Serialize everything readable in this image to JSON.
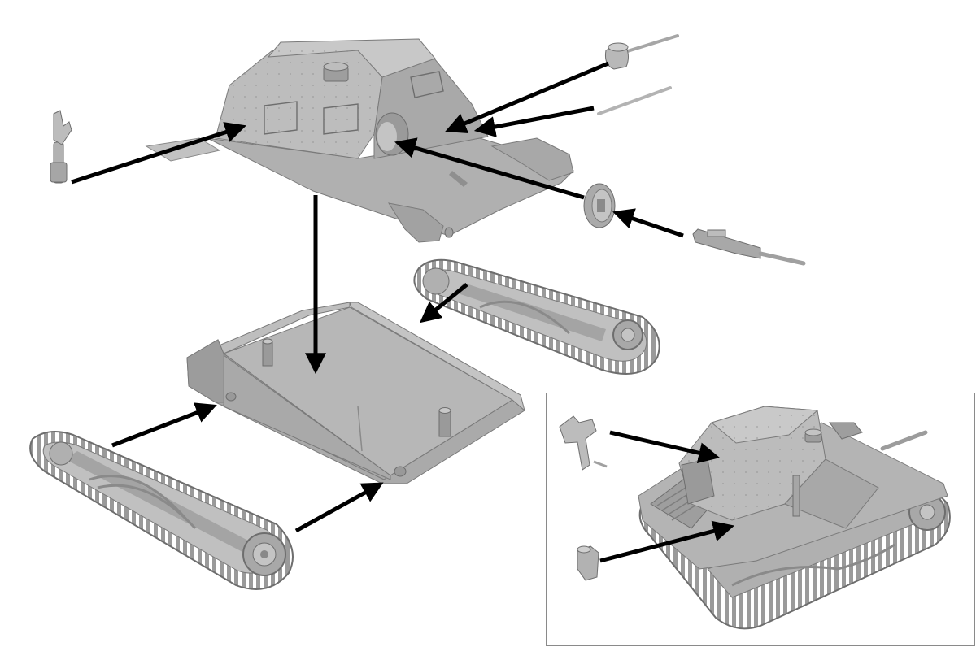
{
  "colors": {
    "background": "#ffffff",
    "part_fill": "#b4b4b4",
    "part_light": "#c6c6c6",
    "part_dark": "#8f8f8f",
    "part_edge": "#6e6e6e",
    "arrow": "#000000",
    "inset_border": "#8a8a8a"
  },
  "parts": [
    {
      "id": "upper-hull"
    },
    {
      "id": "lower-hull-tub"
    },
    {
      "id": "left-track-assembly"
    },
    {
      "id": "right-track-assembly"
    },
    {
      "id": "periscope-part"
    },
    {
      "id": "mg-barrel-part"
    },
    {
      "id": "aerial-rod-part"
    },
    {
      "id": "ball-mount-part"
    },
    {
      "id": "machine-gun-part"
    }
  ],
  "inset": {
    "shows": "assembled-tankette",
    "parts": [
      {
        "id": "inset-periscope-part"
      },
      {
        "id": "inset-light-part"
      }
    ]
  }
}
